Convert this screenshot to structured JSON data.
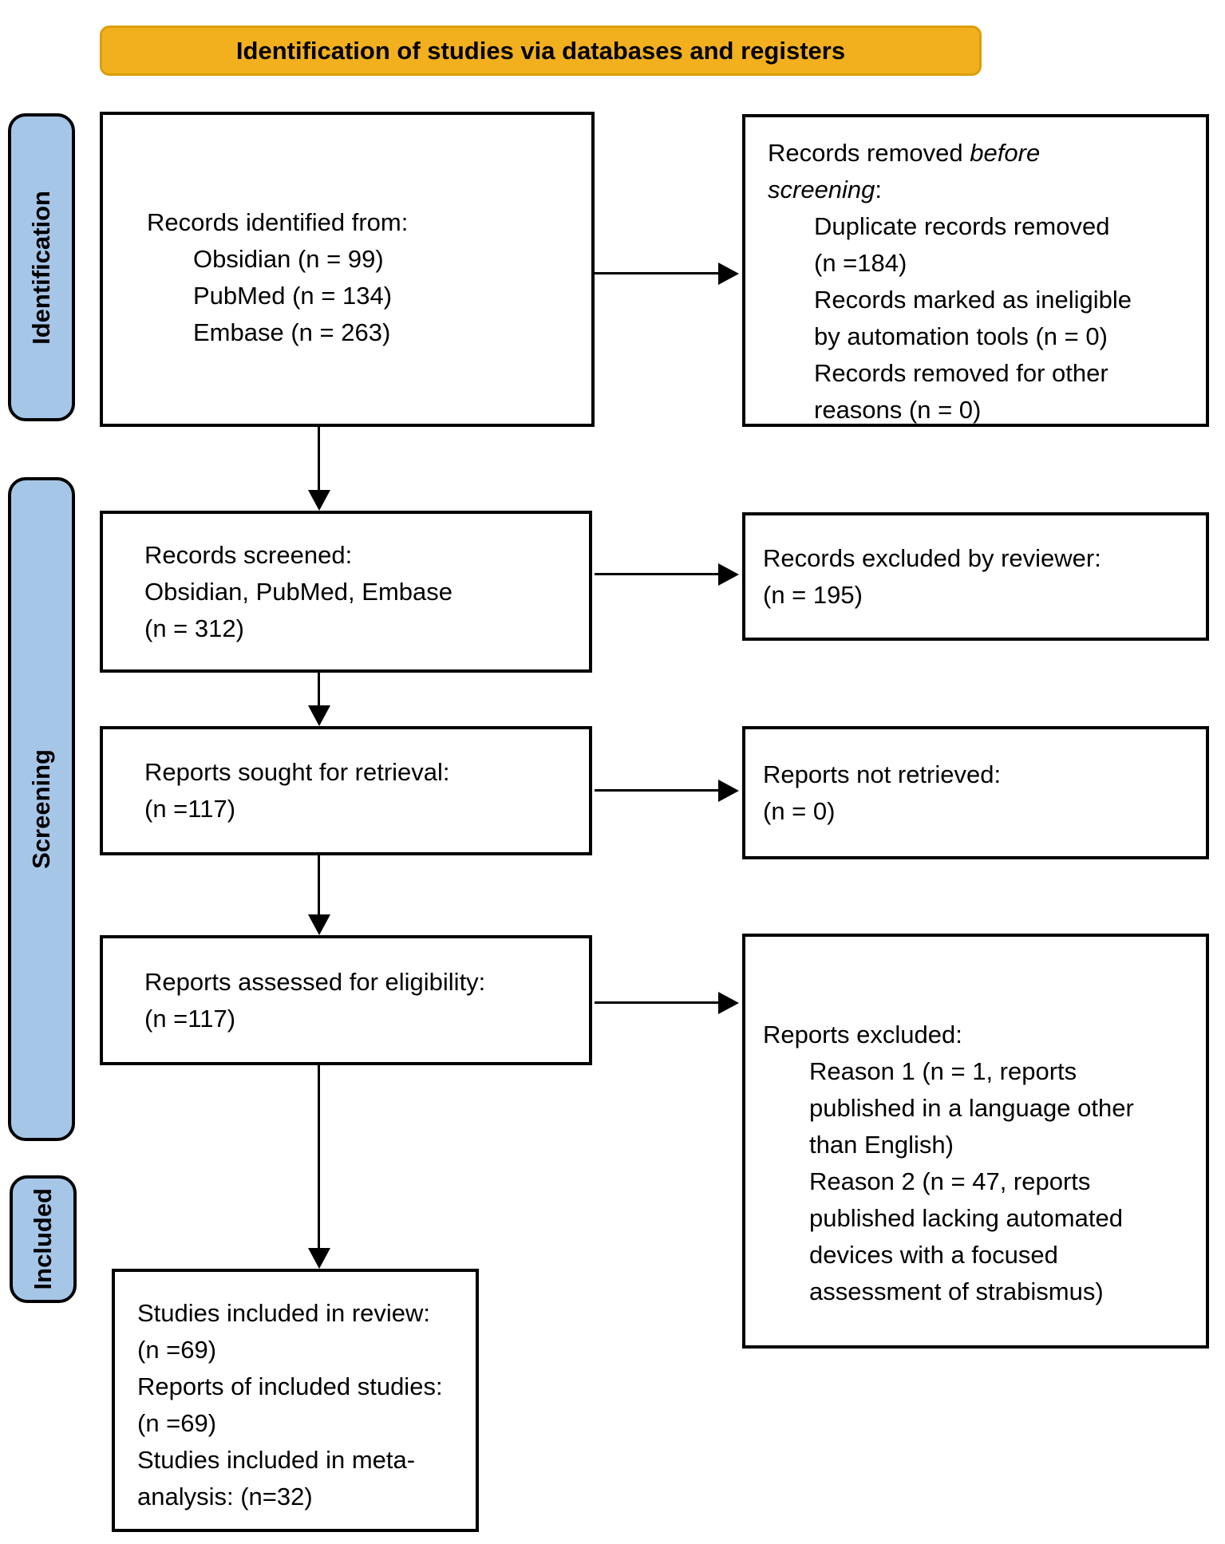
{
  "banner": {
    "title": "Identification of studies via databases and registers"
  },
  "colors": {
    "banner_bg": "#F2B01E",
    "banner_border": "#DB9E0A",
    "stage_bg": "#A6C6E8",
    "box_border": "#000000"
  },
  "stages": [
    {
      "label": "Identification"
    },
    {
      "label": "Screening"
    },
    {
      "label": "Included"
    }
  ],
  "flow": {
    "identified": {
      "lines": [
        {
          "indent": 0,
          "segs": [
            [
              "Records identified from:",
              "n"
            ]
          ]
        },
        {
          "indent": 1,
          "segs": [
            [
              "Obsidian (n = 99)",
              "n"
            ]
          ]
        },
        {
          "indent": 1,
          "segs": [
            [
              "PubMed (n = 134)",
              "n"
            ]
          ]
        },
        {
          "indent": 1,
          "segs": [
            [
              "Embase (n = 263)",
              "n"
            ]
          ]
        }
      ]
    },
    "removed_before_screening": {
      "lines": [
        {
          "indent": 0,
          "segs": [
            [
              "Records removed ",
              "n"
            ],
            [
              "before",
              "i"
            ]
          ]
        },
        {
          "indent": 0,
          "segs": [
            [
              "screening",
              "i"
            ],
            [
              ":",
              "n"
            ]
          ]
        },
        {
          "indent": 1,
          "segs": [
            [
              "Duplicate records removed",
              "n"
            ]
          ]
        },
        {
          "indent": 1,
          "segs": [
            [
              "(n =184)",
              "n"
            ]
          ]
        },
        {
          "indent": 1,
          "segs": [
            [
              "Records marked as ineligible",
              "n"
            ]
          ]
        },
        {
          "indent": 1,
          "segs": [
            [
              "by automation tools (n = 0)",
              "n"
            ]
          ]
        },
        {
          "indent": 1,
          "segs": [
            [
              "Records removed for other",
              "n"
            ]
          ]
        },
        {
          "indent": 1,
          "segs": [
            [
              "reasons (n = 0)",
              "n"
            ]
          ]
        }
      ]
    },
    "screened": {
      "lines": [
        {
          "indent": 0,
          "segs": [
            [
              "Records screened:",
              "n"
            ]
          ]
        },
        {
          "indent": 0,
          "segs": [
            [
              "Obsidian, PubMed, Embase",
              "n"
            ]
          ]
        },
        {
          "indent": 0,
          "segs": [
            [
              "(n = 312)",
              "n"
            ]
          ]
        }
      ]
    },
    "excluded_by_reviewer": {
      "lines": [
        {
          "indent": 0,
          "segs": [
            [
              "Records excluded by reviewer:",
              "n"
            ]
          ]
        },
        {
          "indent": 0,
          "segs": [
            [
              "(n = 195)",
              "n"
            ]
          ]
        }
      ]
    },
    "sought_for_retrieval": {
      "lines": [
        {
          "indent": 0,
          "segs": [
            [
              "Reports sought for retrieval:",
              "n"
            ]
          ]
        },
        {
          "indent": 0,
          "segs": [
            [
              "(n =117)",
              "n"
            ]
          ]
        }
      ]
    },
    "not_retrieved": {
      "lines": [
        {
          "indent": 0,
          "segs": [
            [
              "Reports not retrieved:",
              "n"
            ]
          ]
        },
        {
          "indent": 0,
          "segs": [
            [
              "(n = 0)",
              "n"
            ]
          ]
        }
      ]
    },
    "assessed_for_eligibility": {
      "lines": [
        {
          "indent": 0,
          "segs": [
            [
              "Reports assessed for eligibility:",
              "n"
            ]
          ]
        },
        {
          "indent": 0,
          "segs": [
            [
              "(n =117)",
              "n"
            ]
          ]
        }
      ]
    },
    "reports_excluded": {
      "lines": [
        {
          "indent": 0,
          "segs": [
            [
              "Reports excluded:",
              "n"
            ]
          ]
        },
        {
          "indent": 1,
          "segs": [
            [
              "Reason 1 (n = 1, reports",
              "n"
            ]
          ]
        },
        {
          "indent": 1,
          "segs": [
            [
              "published in a language other",
              "n"
            ]
          ]
        },
        {
          "indent": 1,
          "segs": [
            [
              "than English)",
              "n"
            ]
          ]
        },
        {
          "indent": 1,
          "segs": [
            [
              "Reason 2 (n = 47, reports",
              "n"
            ]
          ]
        },
        {
          "indent": 1,
          "segs": [
            [
              "published lacking automated",
              "n"
            ]
          ]
        },
        {
          "indent": 1,
          "segs": [
            [
              "devices with a focused",
              "n"
            ]
          ]
        },
        {
          "indent": 1,
          "segs": [
            [
              "assessment of strabismus)",
              "n"
            ]
          ]
        }
      ]
    },
    "included_in_review": {
      "lines": [
        {
          "indent": 0,
          "segs": [
            [
              "Studies included in review:",
              "n"
            ]
          ]
        },
        {
          "indent": 0,
          "segs": [
            [
              "(n =69)",
              "n"
            ]
          ]
        },
        {
          "indent": 0,
          "segs": [
            [
              "Reports of included studies:",
              "n"
            ]
          ]
        },
        {
          "indent": 0,
          "segs": [
            [
              "(n =69)",
              "n"
            ]
          ]
        },
        {
          "indent": 0,
          "segs": [
            [
              "Studies included in meta-",
              "n"
            ]
          ]
        },
        {
          "indent": 0,
          "segs": [
            [
              "analysis: (n=32)",
              "n"
            ]
          ]
        }
      ]
    }
  }
}
